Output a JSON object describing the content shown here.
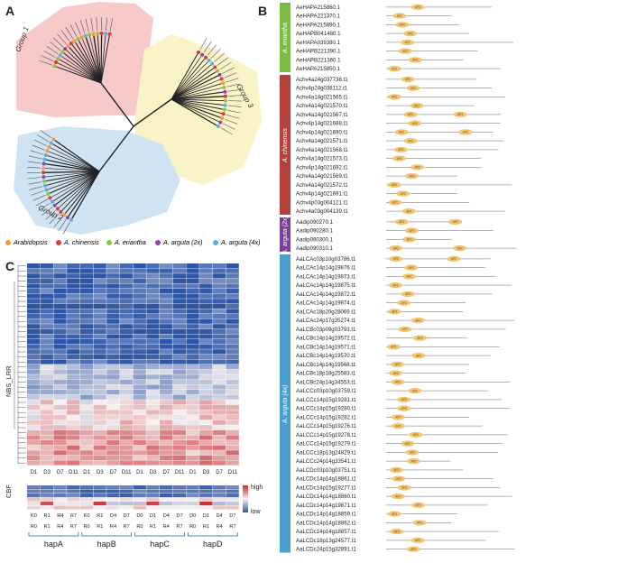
{
  "panel_letters": {
    "a": "A",
    "b": "B",
    "c": "C"
  },
  "tree": {
    "groups": [
      {
        "name": "Group 1",
        "color": "#f7c9c9"
      },
      {
        "name": "Group 2",
        "color": "#cfe3f2"
      },
      {
        "name": "Group 3",
        "color": "#faf3c8"
      }
    ],
    "legend": [
      {
        "label": "Arabidopsis",
        "color": "#f39c3f",
        "italic": true
      },
      {
        "label": "A. chinensis",
        "color": "#d0403b",
        "italic": true
      },
      {
        "label": "A. eriantha",
        "color": "#8dc63f",
        "italic": true
      },
      {
        "label": "A. arguta (2x)",
        "color": "#8e44ad",
        "italic": true
      },
      {
        "label": "A. arguta (4x)",
        "color": "#5dade2",
        "italic": true
      }
    ]
  },
  "domains": {
    "motif_label": "AP2",
    "motif_color": "#f2c572",
    "species": [
      {
        "name": "A. eriantha",
        "color": "#7cbd44",
        "genes": [
          "AeHAPA215860.1",
          "AeHAPA221370.1",
          "AeHAPA215890.1",
          "AeHAPB041480.1",
          "AeHAPA039380.1",
          "AeHAPB221390.1",
          "AeHAPB221360.1",
          "AeHAPA215850.1"
        ]
      },
      {
        "name": "A. chinensis",
        "color": "#b5413c",
        "genes": [
          "Achv4a24g037738.t1",
          "Achv4p24g038112.t1",
          "Achv4a14g021565.t1",
          "Achv4a14g021570.t1",
          "Achv4a14g021567.t1",
          "Achv4p14g021688.t1",
          "Achv4p14g021690.t1",
          "Achv4a14g021571.t1",
          "Achv4a14g021568.t1",
          "Achv4a14g021573.t1",
          "Achv4p14g021692.t1",
          "Achv4a14g021569.t1",
          "Achv4a14g021572.t1",
          "Achv4p14g021691.t1",
          "Achv4p03g004121.t1",
          "Achv4a03g004139.t1"
        ]
      },
      {
        "name": "A. arguta (2x)",
        "color": "#7b3f98",
        "genes": [
          "Aadip090270.1",
          "Aadip090280.1",
          "Aadip090300.1",
          "Aadip090310.1"
        ]
      },
      {
        "name": "A. arguta (4x)",
        "color": "#4a9fcf",
        "genes": [
          "AaLCAc03p10g03786.t1",
          "AaLCAc14p14g19876.t1",
          "AaLCAc14p14g19873.t1",
          "AaLCAc14p14g19875.t1",
          "AaLCAc14p14g19872.t1",
          "AaLCAc14p14g19874.t1",
          "AaLCAc18p20g28069.t1",
          "AaLCAc24p17g35274.t1",
          "AaLCBc03p09g03793.t1",
          "AaLCBc14p14g19572.t1",
          "AaLCBc14p14g19571.t1",
          "AaLCBc14p14g19570.t1",
          "AaLCBc14p14g19568.t1",
          "AaLCBc18p18g25583.t1",
          "AaLCBc24p14g34553.t1",
          "AaLCCc03p10g03759.t1",
          "AaLCCc14p15g19281.t1",
          "AaLCCc14p15g19280.t1",
          "AaLCCc14p15g19282.t1",
          "AaLCCc14p15g19276.t1",
          "AaLCCc14p15g19278.t1",
          "AaLCCc14p15g19279.t1",
          "AaLCCc18p13g24829.t1",
          "AaLCCc24p14g33541.t1",
          "AaLCDc03p10g03751.t1",
          "AaLCDc14p14g18861.t1",
          "AaLCDc14p15g19277.t1",
          "AaLCDc14p14g18860.t1",
          "AaLCDc14p14g19871.t1",
          "AaLCDc14p14g18859.t1",
          "AaLCDc14p14g18862.t1",
          "AaLCDc14p14g18857.t1",
          "AaLCDc18p13g24577.t1",
          "AaLCDc24p15g32891.t1"
        ]
      }
    ]
  },
  "heatmap": {
    "nbs_label": "NBS_LRR",
    "cbf_label": "CBF",
    "cols_nbs": [
      "D1",
      "D3",
      "D7",
      "D11",
      "D1",
      "D3",
      "D7",
      "D11",
      "D1",
      "D3",
      "D7",
      "D11",
      "D1",
      "D3",
      "D7",
      "D11"
    ],
    "cols_cbf": [
      "K0",
      "R1",
      "R4",
      "R7",
      "K0",
      "R1",
      "D4",
      "D7",
      "D0",
      "D1",
      "D4",
      "D7",
      "D0",
      "D1",
      "D4",
      "D7"
    ],
    "cols_bottom": [
      "R0",
      "R1",
      "R4",
      "R7",
      "R0",
      "R1",
      "R4",
      "R7",
      "R0",
      "R1",
      "R4",
      "R7",
      "R0",
      "R1",
      "R4",
      "R7"
    ],
    "haplotypes": [
      "hapA",
      "hapB",
      "hapC",
      "hapD"
    ],
    "legend_high": "high",
    "legend_low": "low"
  }
}
